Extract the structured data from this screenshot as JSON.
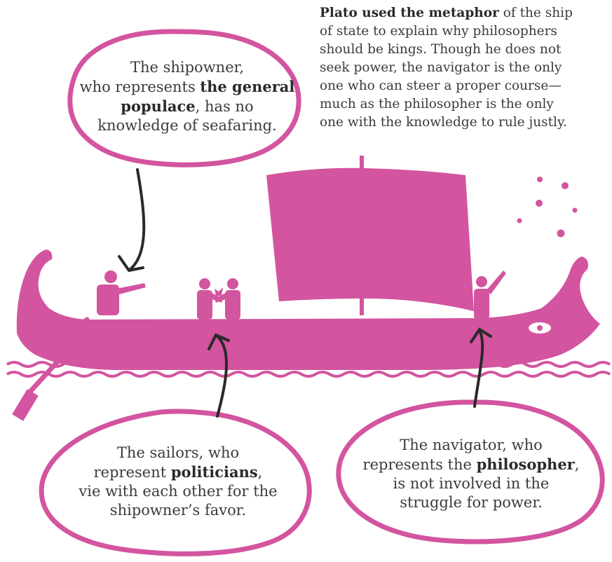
{
  "palette": {
    "magenta": "#d3549f",
    "ink": "#2a2a2a",
    "text": "#3b3b3b"
  },
  "intro": {
    "bold": "Plato used the metaphor",
    "rest_lines": [
      " of the ship",
      "of state to explain why philosophers",
      "should be kings. Though he does not",
      "seek power, the navigator is the only",
      "one who can steer a proper course—",
      "much as the philosopher is the only",
      "one with the knowledge to rule justly."
    ]
  },
  "shipowner": {
    "line1": "The shipowner,",
    "line2_pre": "who represents ",
    "line2_bold": "the general",
    "line3_bold": "populace",
    "line3_post": ", has no",
    "line4": "knowledge of seafaring."
  },
  "sailors": {
    "line1": "The sailors, who",
    "line2_pre": "represent ",
    "line2_bold": "politicians",
    "line2_post": ",",
    "line3": "vie with each other for the",
    "line4": "shipowner’s favor."
  },
  "navigator": {
    "line1": "The navigator, who",
    "line2_pre": "represents the ",
    "line2_bold": "philosopher",
    "line2_post": ",",
    "line3": "is not involved in the",
    "line4": "struggle for power."
  },
  "icons": [
    "ship-icon",
    "sail-icon",
    "shipowner-figure-icon",
    "sailor-figures-icon",
    "navigator-figure-icon",
    "stars-icon",
    "waves-icon",
    "oar-icon"
  ]
}
